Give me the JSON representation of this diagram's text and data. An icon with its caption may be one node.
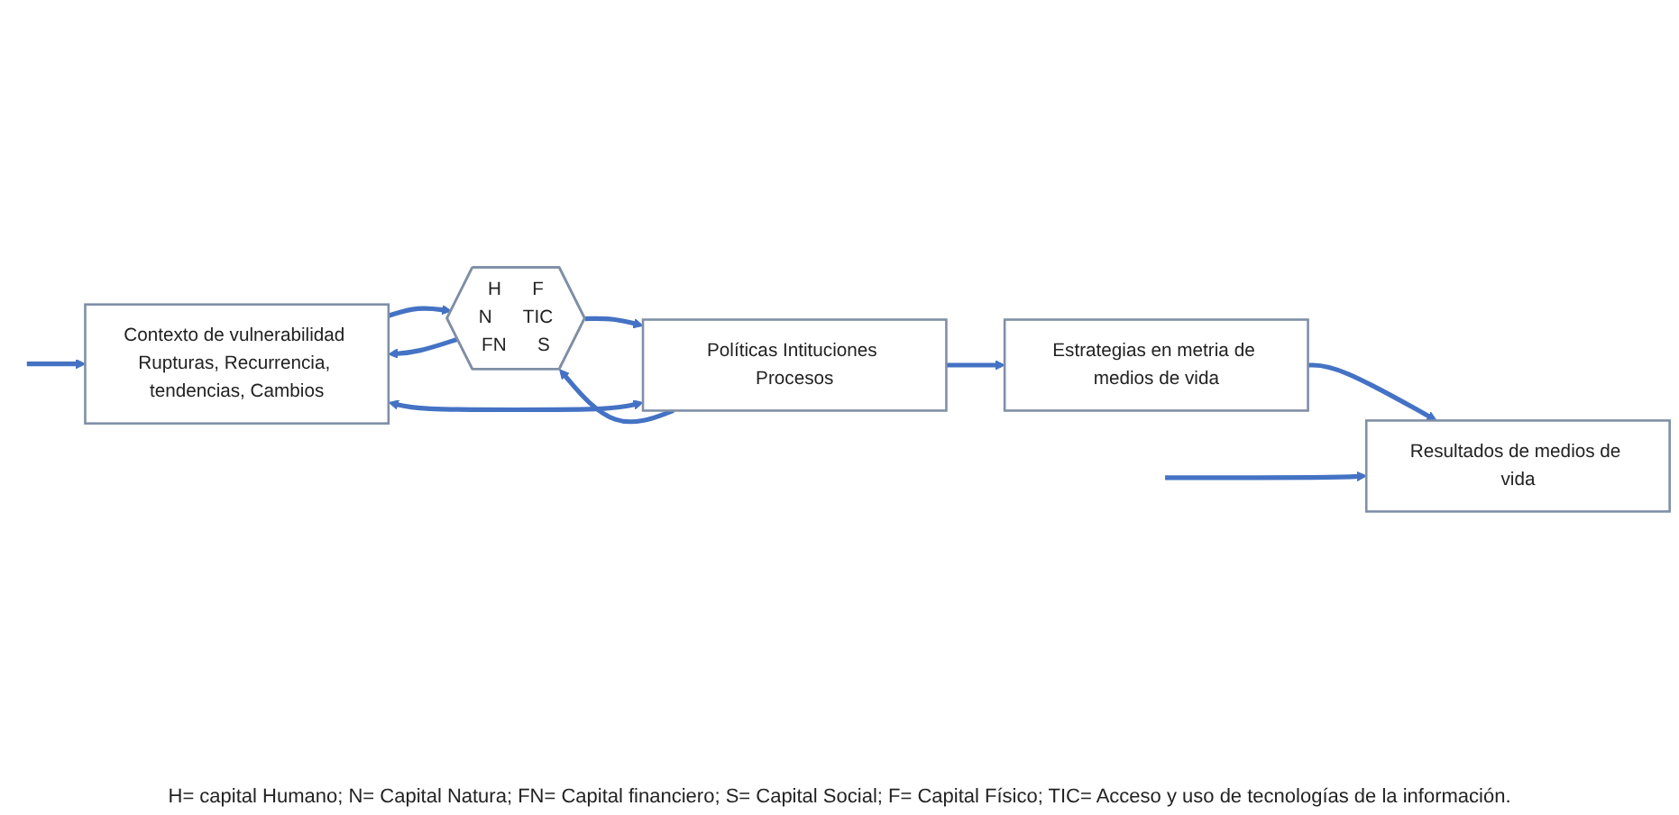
{
  "diagram": {
    "nodes": [
      {
        "text": [
          "Contexto de vulnerabilidad Rupturas, Recurrencia, tendencias, Cambios"
        ]
      },
      {
        "text": [
          "H",
          "F",
          "N",
          "TIC",
          "FN",
          "S"
        ]
      },
      {
        "text": [
          "Políticas Intituciones Procesos"
        ]
      },
      {
        "text": [
          "Estrategias en metria de medios de vida"
        ]
      },
      {
        "text": [
          "Resultados de medios de vida"
        ]
      }
    ],
    "edges": [
      {
        "from": 0,
        "to": 1,
        "arrow": "to"
      },
      {
        "from": 1,
        "to": 0,
        "arrow": "to"
      },
      {
        "from": 1,
        "to": 2,
        "arrow": "to"
      },
      {
        "from": 2,
        "to": 1,
        "arrow": "to"
      },
      {
        "from": 2,
        "to": 3,
        "arrow": "to"
      },
      {
        "from": 3,
        "to": 4,
        "arrow": "to"
      },
      {
        "from": 0,
        "to": 2,
        "arrow": "both"
      },
      {
        "from": null,
        "to": 0,
        "arrow": "to"
      },
      {
        "from": null,
        "to": 4,
        "arrow": "to"
      }
    ],
    "labels": [
      "H= capital Humano; N= Capital Natura; FN= Capital financiero; S= Capital Social; F= Capital Físico; TIC= Acceso y uso de tecnologías de la información."
    ]
  }
}
